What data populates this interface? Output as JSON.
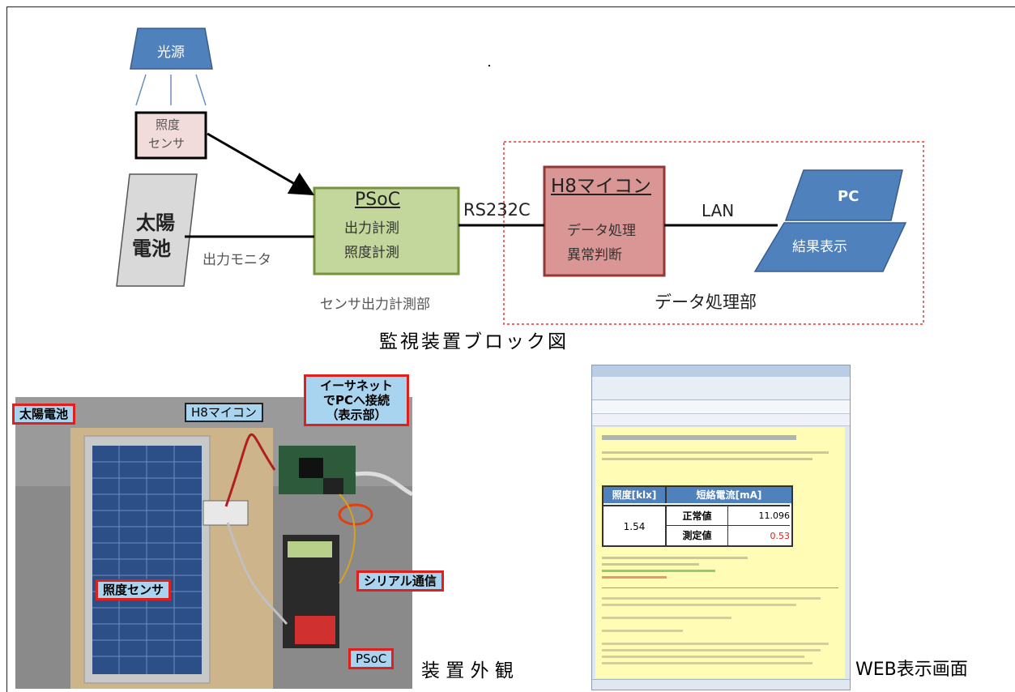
{
  "block_diagram": {
    "light_source": "光源",
    "illuminance_sensor": [
      "照度",
      "センサ"
    ],
    "solar_cell": [
      "太陽",
      "電池"
    ],
    "output_monitor": "出力モニタ",
    "psoc": {
      "title": "PSoC",
      "lines": [
        "出力計測",
        "照度計測"
      ]
    },
    "sensor_unit_caption": "センサ出力計測部",
    "rs232c": "RS232C",
    "h8": {
      "title": "H8マイコン",
      "lines": [
        "データ処理",
        "異常判断"
      ]
    },
    "lan": "LAN",
    "pc": {
      "title": "PC",
      "sub": "結果表示"
    },
    "data_unit_caption": "データ処理部",
    "caption": "監視装置ブロック図",
    "colors": {
      "blue": "#4f81bd",
      "green": "#c3d69b",
      "red_box": "#d99694",
      "pink": "#f2dcdb"
    }
  },
  "photo": {
    "callouts": {
      "solar": "太陽電池",
      "h8": "H8マイコン",
      "ethernet": [
        "イーサネット",
        "でPCへ接続",
        "（表示部）"
      ],
      "sensor": "照度センサ",
      "serial": "シリアル通信",
      "psoc": "PSoC"
    },
    "caption": "装 置 外 観"
  },
  "web": {
    "caption": "WEB表示画面",
    "table": {
      "col1_header": "照度[klx]",
      "col2_header": "短絡電流[mA]",
      "illuminance": "1.54",
      "normal_label": "正常値",
      "normal_value": "11.096",
      "measured_label": "測定値",
      "measured_value": "0.53"
    }
  }
}
